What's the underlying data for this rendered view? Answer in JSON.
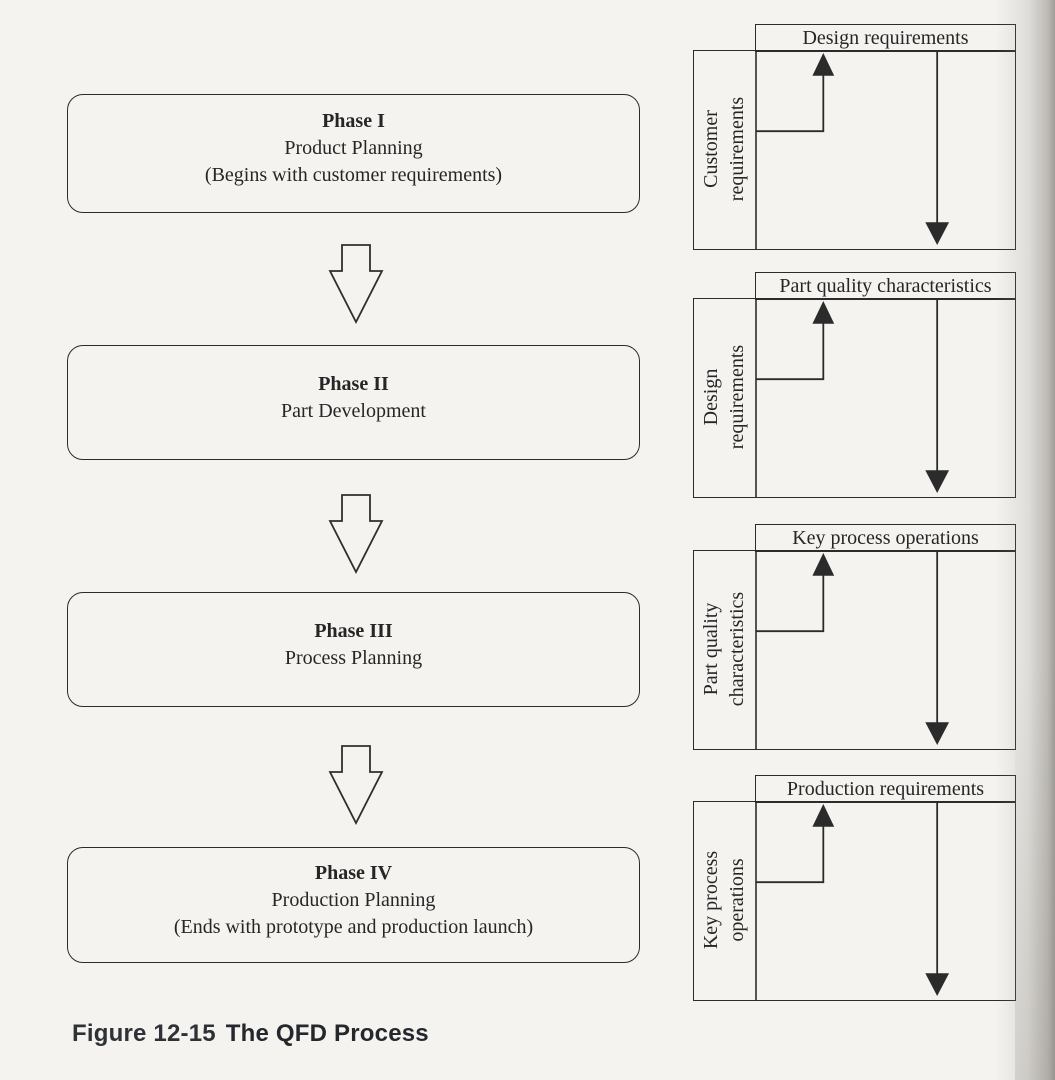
{
  "colors": {
    "ink": "#2b2b2b",
    "paper": "#f4f3f0",
    "caption_text": "#2e3236"
  },
  "flow": {
    "phases": [
      {
        "title": "Phase I",
        "subtitle": "Product Planning",
        "note": "(Begins with customer requirements)"
      },
      {
        "title": "Phase II",
        "subtitle": "Part Development"
      },
      {
        "title": "Phase III",
        "subtitle": "Process Planning"
      },
      {
        "title": "Phase IV",
        "subtitle": "Production Planning",
        "note": "(Ends with prototype and production launch)"
      }
    ],
    "connector_icon": "hollow-block-down-arrow"
  },
  "matrices": [
    {
      "top_label": "Design requirements",
      "side_label": [
        "Customer",
        "requirements"
      ]
    },
    {
      "top_label": "Part quality characteristics",
      "side_label": [
        "Design",
        "requirements"
      ]
    },
    {
      "top_label": "Key process operations",
      "side_label": [
        "Part quality",
        "characteristics"
      ]
    },
    {
      "top_label": "Production requirements",
      "side_label": [
        "Key process",
        "operations"
      ]
    }
  ],
  "matrix_icons": {
    "up_arrow": "l-shaped-up-arrow",
    "down_arrow": "straight-down-arrow"
  },
  "caption": {
    "label": "Figure 12-15",
    "title": "The QFD Process"
  }
}
